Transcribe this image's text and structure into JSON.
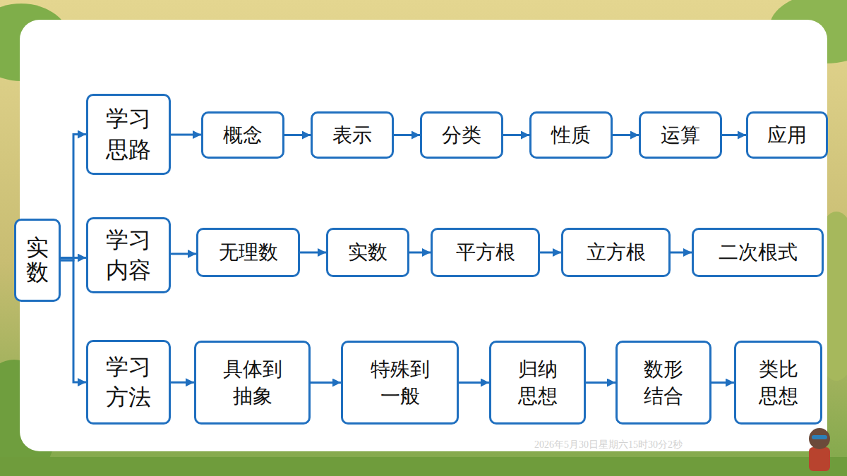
{
  "diagram": {
    "nodes": [
      {
        "text": [
          "实数"
        ]
      },
      {
        "text": [
          "学习 思路"
        ]
      },
      {
        "text": [
          "概念"
        ]
      },
      {
        "text": [
          "表示"
        ]
      },
      {
        "text": [
          "分类"
        ]
      },
      {
        "text": [
          "性质"
        ]
      },
      {
        "text": [
          "运算"
        ]
      },
      {
        "text": [
          "应用"
        ]
      },
      {
        "text": [
          "学习 内容"
        ]
      },
      {
        "text": [
          "无理数"
        ]
      },
      {
        "text": [
          "实数"
        ]
      },
      {
        "text": [
          "平方根"
        ]
      },
      {
        "text": [
          "立方根"
        ]
      },
      {
        "text": [
          "二次根式"
        ]
      },
      {
        "text": [
          "学习 方法"
        ]
      },
      {
        "text": [
          "具体到 抽象"
        ]
      },
      {
        "text": [
          "特殊到 一般"
        ]
      },
      {
        "text": [
          "归纳 思想"
        ]
      },
      {
        "text": [
          "数形 结合"
        ]
      },
      {
        "text": [
          "类比 思想"
        ]
      }
    ],
    "edges": [
      {
        "from": 0,
        "to": 1,
        "arrow": "to"
      },
      {
        "from": 0,
        "to": 8,
        "arrow": "to"
      },
      {
        "from": 0,
        "to": 14,
        "arrow": "to"
      },
      {
        "from": 1,
        "to": 2,
        "arrow": "to"
      },
      {
        "from": 2,
        "to": 3,
        "arrow": "to"
      },
      {
        "from": 3,
        "to": 4,
        "arrow": "to"
      },
      {
        "from": 4,
        "to": 5,
        "arrow": "to"
      },
      {
        "from": 5,
        "to": 6,
        "arrow": "to"
      },
      {
        "from": 6,
        "to": 7,
        "arrow": "to"
      },
      {
        "from": 8,
        "to": 9,
        "arrow": "to"
      },
      {
        "from": 9,
        "to": 10,
        "arrow": "to"
      },
      {
        "from": 10,
        "to": 11,
        "arrow": "to"
      },
      {
        "from": 11,
        "to": 12,
        "arrow": "to"
      },
      {
        "from": 12,
        "to": 13,
        "arrow": "to"
      },
      {
        "from": 14,
        "to": 15,
        "arrow": "to"
      },
      {
        "from": 15,
        "to": 16,
        "arrow": "to"
      },
      {
        "from": 16,
        "to": 17,
        "arrow": "to"
      },
      {
        "from": 17,
        "to": 18,
        "arrow": "to"
      },
      {
        "from": 18,
        "to": 19,
        "arrow": "to"
      }
    ],
    "labels": [
      "2026年5月30日星期六15时30分2秒"
    ]
  }
}
